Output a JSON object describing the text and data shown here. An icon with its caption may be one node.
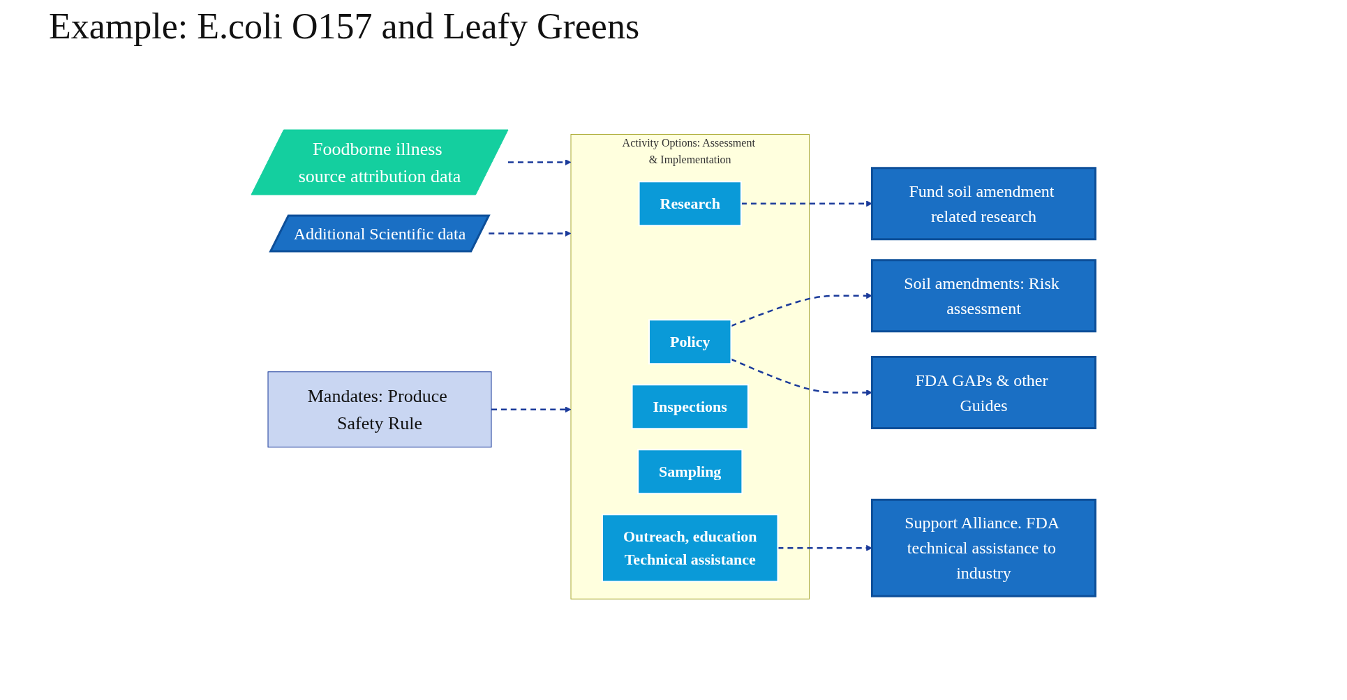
{
  "diagram": {
    "title": "Example: E.coli O157 and Leafy Greens",
    "nodes": [
      {
        "text": [
          "Foodborne illness source attribution data"
        ]
      },
      {
        "text": [
          "Additional Scientific data"
        ]
      },
      {
        "text": [
          "Mandates: Produce Safety Rule"
        ]
      },
      {
        "text": [
          "Activity Options: Assessment & Implementation"
        ]
      },
      {
        "text": [
          "Research"
        ],
        "in": 3
      },
      {
        "text": [
          "Policy"
        ],
        "in": 3
      },
      {
        "text": [
          "Inspections"
        ],
        "in": 3
      },
      {
        "text": [
          "Sampling"
        ],
        "in": 3
      },
      {
        "text": [
          "Outreach, education",
          "Technical assistance"
        ],
        "in": 3
      },
      {
        "text": [
          "Fund soil amendment related research"
        ]
      },
      {
        "text": [
          "Soil amendments: Risk assessment"
        ]
      },
      {
        "text": [
          "FDA GAPs & other Guides"
        ]
      },
      {
        "text": [
          "Support Alliance. FDA technical assistance to industry"
        ]
      }
    ],
    "edges": [
      {
        "from": 0,
        "to": 3,
        "arrow": "to",
        "style": "dashed"
      },
      {
        "from": 1,
        "to": 3,
        "arrow": "to",
        "style": "dashed"
      },
      {
        "from": 2,
        "to": 3,
        "arrow": "to",
        "style": "dashed"
      },
      {
        "from": 4,
        "to": 9,
        "arrow": "to",
        "style": "dashed"
      },
      {
        "from": 5,
        "to": 10,
        "arrow": "to",
        "style": "dashed"
      },
      {
        "from": 5,
        "to": 11,
        "arrow": "to",
        "style": "dashed"
      },
      {
        "from": 8,
        "to": 12,
        "arrow": "to",
        "style": "dashed"
      }
    ]
  }
}
